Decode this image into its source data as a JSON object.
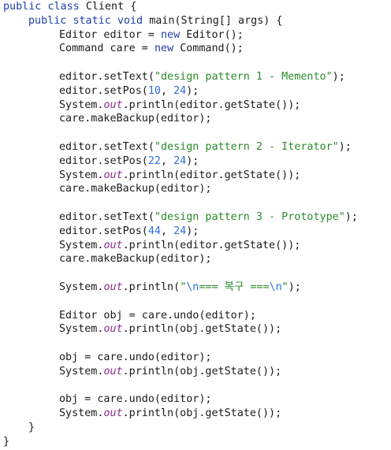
{
  "code": {
    "lines": [
      "public class Client {",
      "public static void main(String[] args) {",
      "Editor editor = new Editor();",
      "Command care = new Command();",
      "",
      "editor.setText(\"design pattern 1 - Memento\");",
      "editor.setPos(10, 24);",
      "System.out.println(editor.getState());",
      "care.makeBackup(editor);",
      "",
      "editor.setText(\"design pattern 2 - Iterator\");",
      "editor.setPos(22, 24);",
      "System.out.println(editor.getState());",
      "care.makeBackup(editor);",
      "",
      "editor.setText(\"design pattern 3 - Prototype\");",
      "editor.setPos(44, 24);",
      "System.out.println(editor.getState());",
      "care.makeBackup(editor);",
      "",
      "System.out.println(\"\\n=== 복구 ===\\n\");",
      "",
      "Editor obj = care.undo(editor);",
      "System.out.println(obj.getState());",
      "",
      "obj = care.undo(editor);",
      "System.out.println(obj.getState());",
      "",
      "obj = care.undo(editor);",
      "System.out.println(obj.getState());",
      "}",
      "}"
    ],
    "tokens": {
      "public": "public",
      "class": "class",
      "static": "static",
      "void": "void",
      "new": "new",
      "out": "out",
      "class_name": "Client",
      "main_sig": "main(String[] args) {",
      "editor_type": "Editor",
      "command_type": "Command",
      "str1": "\"design pattern 1 - Memento\"",
      "str2": "\"design pattern 2 - Iterator\"",
      "str3": "\"design pattern 3 - Prototype\"",
      "n10": "10",
      "n22": "22",
      "n44": "44",
      "n24": "24",
      "restore_open": "\"",
      "esc_n": "\\n",
      "restore_mid": "=== 복구 ===",
      "restore_close": "\""
    }
  },
  "colors": {
    "keyword": "#1f3ea8",
    "string": "#2a8a2a",
    "number": "#2f6fe0",
    "field": "#8a2b8a",
    "text": "#1a1a1a",
    "background": "#ffffff"
  }
}
